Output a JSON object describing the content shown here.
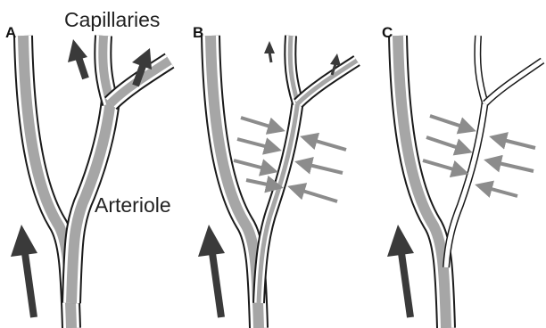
{
  "panels": [
    {
      "letter": "A"
    },
    {
      "letter": "B"
    },
    {
      "letter": "C"
    }
  ],
  "labels": {
    "capillaries": "Capillaries",
    "arteriole": "Arteriole"
  },
  "colors": {
    "vessel_fill": "#a6a6a6",
    "vessel_wall": "#1a1a1a",
    "flow_arrow": "#3a3a3a",
    "pressure_arrow": "#8c8c8c",
    "background": "#ffffff"
  }
}
